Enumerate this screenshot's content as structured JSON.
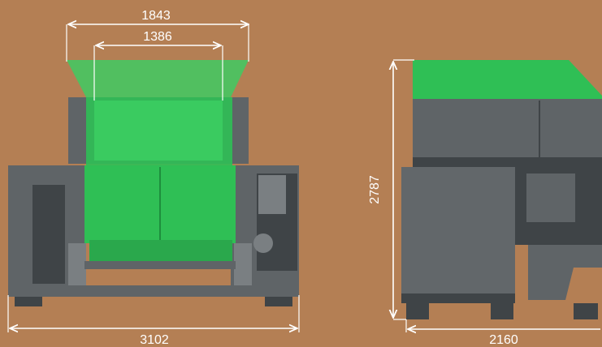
{
  "colors": {
    "background": "#b47f54",
    "machine_body": "#5f6467",
    "machine_dark": "#3f4447",
    "machine_light": "#7a7f82",
    "hopper_green": "#2fbf55",
    "hopper_green_light": "#5fd27a",
    "dimension_line": "#ffffff"
  },
  "dimensions": {
    "hopper_outer_width": "1843",
    "hopper_inner_width": "1386",
    "front_total_width": "3102",
    "side_height": "2787",
    "side_depth": "2160"
  }
}
